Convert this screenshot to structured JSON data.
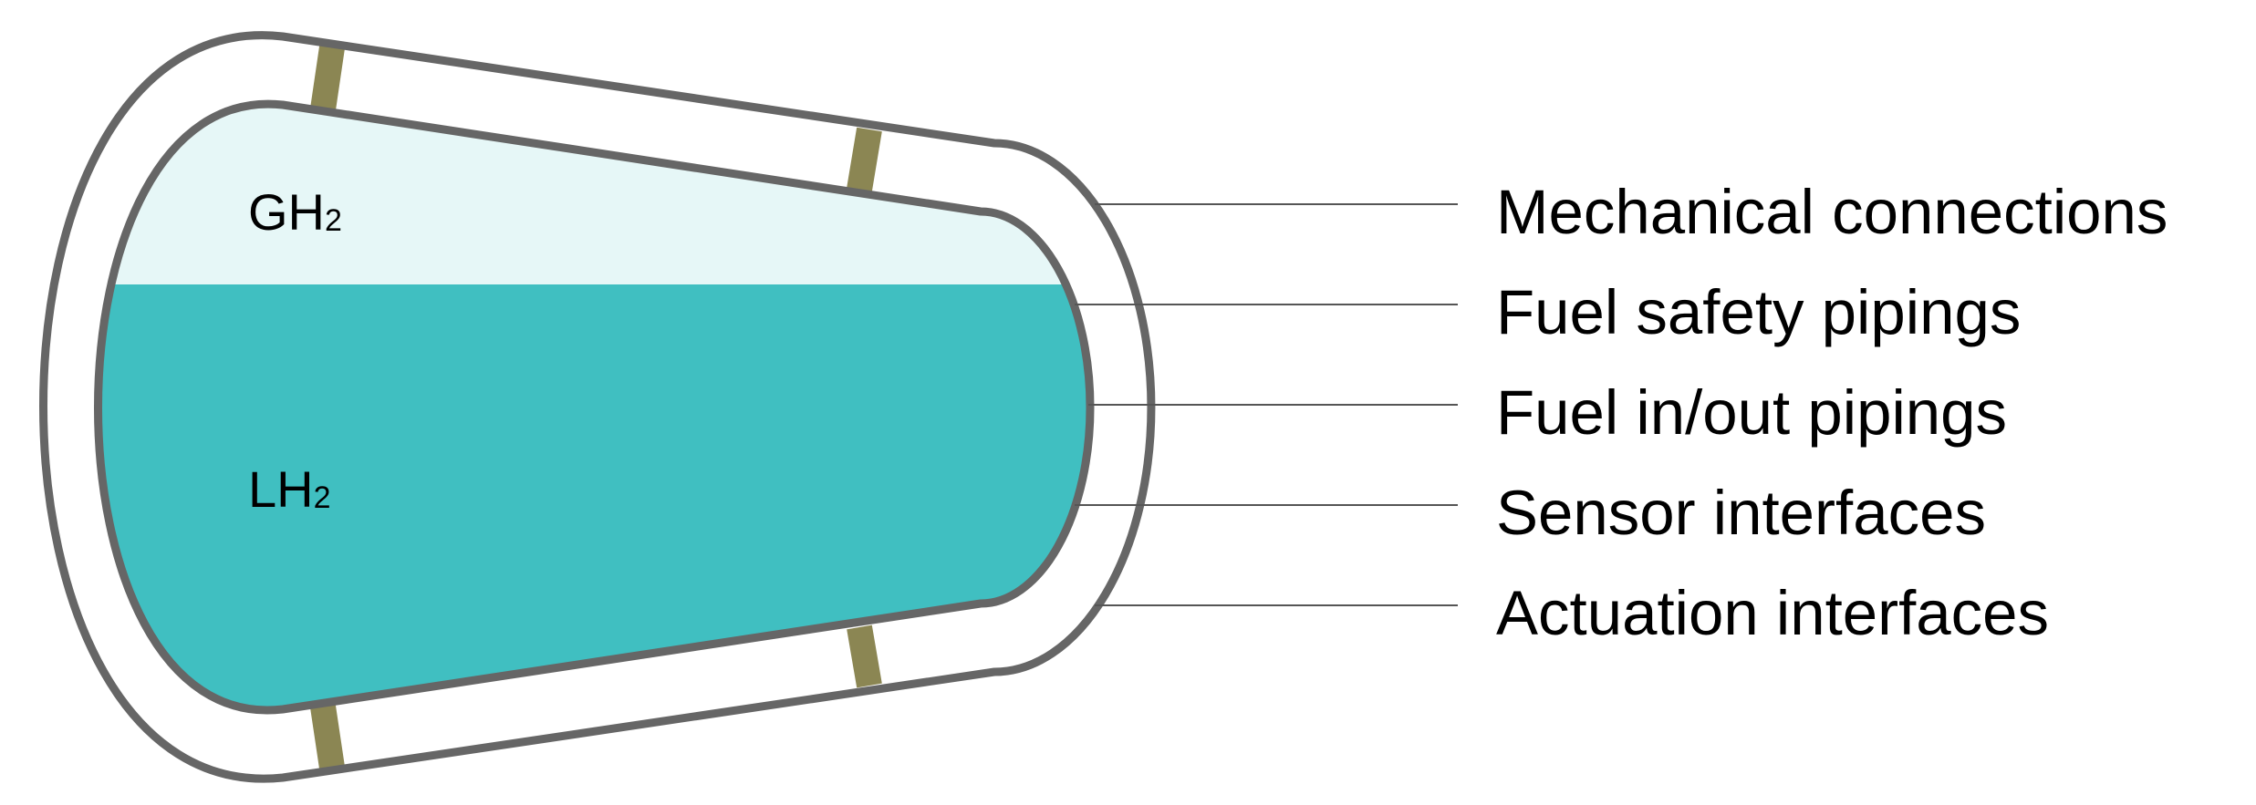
{
  "tank": {
    "gas_label": {
      "base": "GH",
      "sub": "2"
    },
    "liquid_label": {
      "base": "LH",
      "sub": "2"
    },
    "gas_fill_color": "#e6f7f7",
    "liquid_fill_color": "#40bfc1",
    "wall_color": "#666666",
    "strut_color": "#8b8653"
  },
  "callouts": [
    {
      "label": "Mechanical connections"
    },
    {
      "label": "Fuel safety pipings"
    },
    {
      "label": "Fuel in/out pipings"
    },
    {
      "label": "Sensor interfaces"
    },
    {
      "label": "Actuation interfaces"
    }
  ]
}
